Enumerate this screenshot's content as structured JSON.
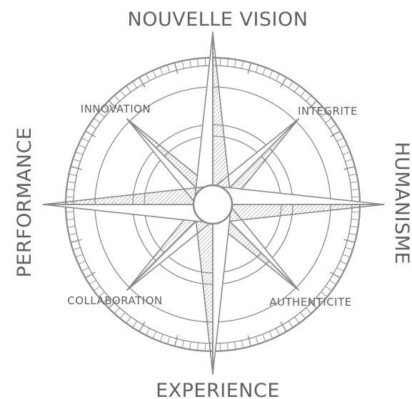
{
  "labels": {
    "north": "NOUVELLE VISION",
    "south": "EXPERIENCE",
    "east": "HUMANISME",
    "west": "PERFORMANCE",
    "northwest": "INNOVATION",
    "northeast": "INTEGRITE",
    "southwest": "COLLABORATION",
    "southeast": "AUTHENTICITE"
  },
  "colors": {
    "ink": "#8a8a8a",
    "text": "#5f5f5f",
    "background": "#ffffff"
  }
}
